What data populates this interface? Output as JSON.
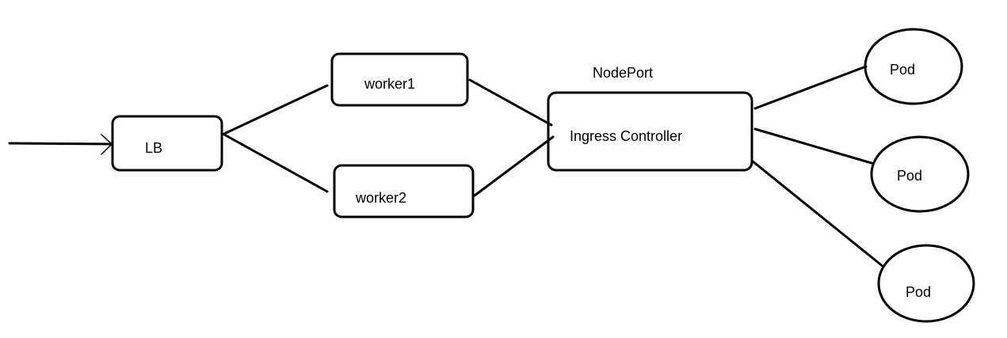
{
  "diagram": {
    "nodes": {
      "lb": {
        "label": "LB",
        "shape": "rounded-rectangle"
      },
      "worker1": {
        "label": "worker1",
        "shape": "rounded-rectangle"
      },
      "worker2": {
        "label": "worker2",
        "shape": "rounded-rectangle"
      },
      "ingress": {
        "label": "Ingress Controller",
        "shape": "rounded-rectangle",
        "caption": "NodePort"
      },
      "pod1": {
        "label": "Pod",
        "shape": "ellipse"
      },
      "pod2": {
        "label": "Pod",
        "shape": "ellipse"
      },
      "pod3": {
        "label": "Pod",
        "shape": "ellipse"
      }
    },
    "edges": [
      {
        "from": "input",
        "to": "lb",
        "arrow": "end"
      },
      {
        "from": "lb",
        "to": "worker1"
      },
      {
        "from": "lb",
        "to": "worker2"
      },
      {
        "from": "worker1",
        "to": "ingress"
      },
      {
        "from": "worker2",
        "to": "ingress"
      },
      {
        "from": "ingress",
        "to": "pod1"
      },
      {
        "from": "ingress",
        "to": "pod2"
      },
      {
        "from": "ingress",
        "to": "pod3"
      }
    ],
    "colors": {
      "stroke": "#000000",
      "background": "#ffffff"
    }
  }
}
